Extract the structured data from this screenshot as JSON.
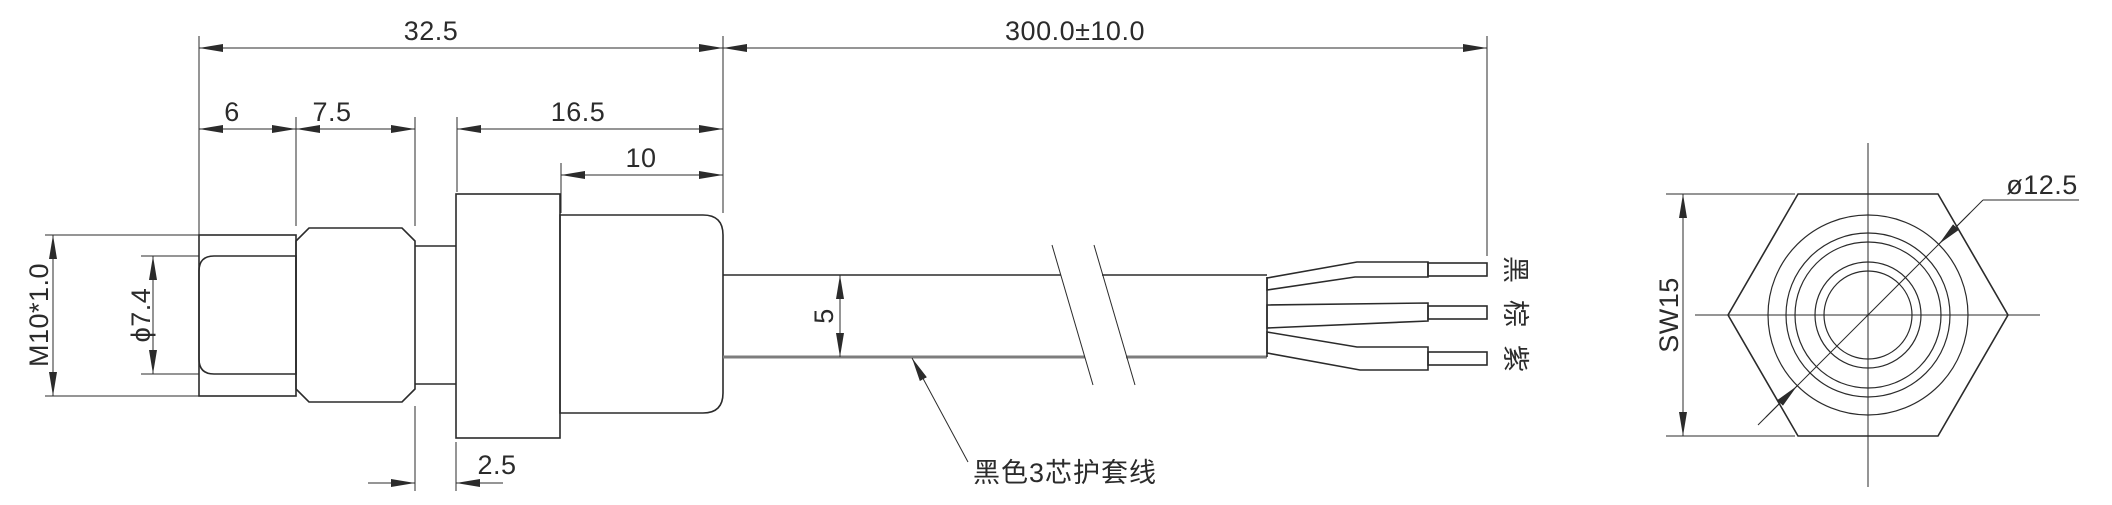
{
  "title": "sensor-outline-dimension-drawing",
  "side_view": {
    "dimensions": {
      "overall_length": "32.5",
      "cable_length": "300.0±10.0",
      "tip_length": "6",
      "hex_width": "7.5",
      "body_length": "16.5",
      "cap_length": "10",
      "groove_width": "2.5",
      "thread_spec": "M10*1.0",
      "tip_diameter": "ϕ7.4",
      "cable_diameter": "5"
    },
    "cable_note": "黑色3芯护套线",
    "wire_labels": [
      "黑",
      "棕",
      "紫"
    ]
  },
  "end_view": {
    "wrench_size": "SW15",
    "face_diameter": "ø12.5"
  },
  "colors": {
    "line": "#2b2b2b",
    "cable_sheath_line": "#7d7d7d",
    "background": "#ffffff"
  }
}
